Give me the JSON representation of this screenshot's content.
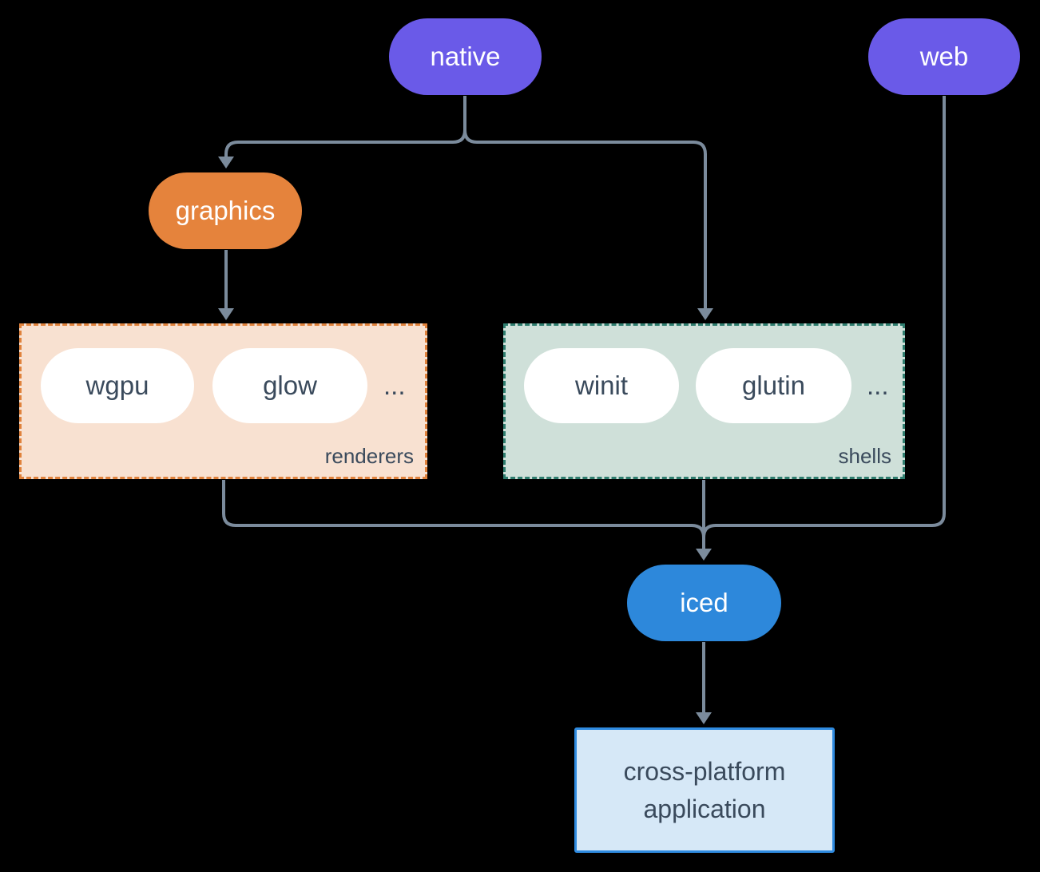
{
  "nodes": {
    "native": "native",
    "web": "web",
    "graphics": "graphics",
    "iced": "iced",
    "application": "cross-platform application"
  },
  "groups": {
    "renderers": {
      "label": "renderers",
      "items": [
        "wgpu",
        "glow"
      ],
      "more": "..."
    },
    "shells": {
      "label": "shells",
      "items": [
        "winit",
        "glutin"
      ],
      "more": "..."
    }
  },
  "colors": {
    "background": "#000000",
    "purple": "#6a5ae8",
    "orange": "#e5833c",
    "blue": "#2d88db",
    "peach_bg": "#f8e1d1",
    "orange_border": "#e0823c",
    "green_bg": "#cfe0d9",
    "teal_border": "#2e7d6e",
    "lightblue_bg": "#d6e8f7",
    "blue_border": "#2f8be0",
    "line": "#7b8b9c",
    "dark_text": "#3a4a5c",
    "white_text": "#ffffff"
  }
}
